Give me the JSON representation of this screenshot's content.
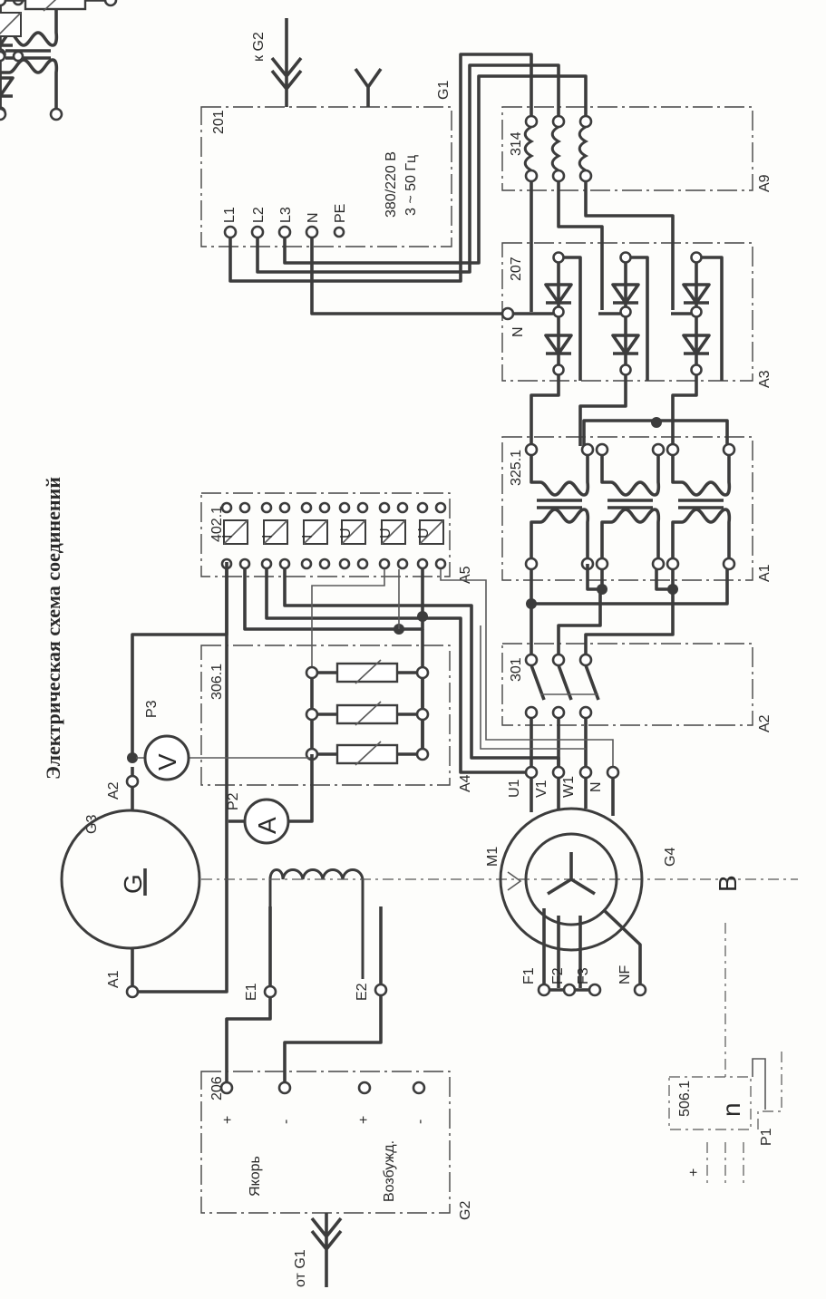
{
  "title": "Электрическая схема соединений",
  "supply": {
    "id": "201",
    "tag": "G1",
    "link_to": "к G2",
    "voltage": "380/220 В",
    "freq": "3 ~ 50 Гц",
    "terminals": [
      "L1",
      "L2",
      "L3",
      "N",
      "PE"
    ]
  },
  "reactor": {
    "id": "314",
    "tag": "A9"
  },
  "thyristor": {
    "id": "207",
    "tag": "A3",
    "neutral": "N"
  },
  "transformer": {
    "id": "325.1",
    "tag": "A1"
  },
  "meters": {
    "id": "402.1",
    "tag": "A5",
    "labels": [
      "I",
      "I",
      "I",
      "U",
      "U",
      "U"
    ]
  },
  "switch": {
    "id": "301",
    "tag": "A2"
  },
  "rheostat": {
    "id": "306.1",
    "tag": "A4"
  },
  "generator": {
    "tag": "G3",
    "symbol": "G",
    "arm1": "A1",
    "arm2": "A2",
    "exc1": "E1",
    "exc2": "E2",
    "voltmeter_tag": "P3",
    "voltmeter": "V",
    "ammeter_tag": "P2",
    "ammeter": "A"
  },
  "motor": {
    "tag": "M1",
    "coupling_tag": "G4",
    "stator": [
      "U1",
      "V1",
      "W1",
      "N"
    ],
    "rotor": [
      "F1",
      "F2",
      "F3",
      "NF"
    ]
  },
  "dc_source": {
    "id": "206",
    "tag": "G2",
    "from": "от G1",
    "armature": "Якорь",
    "excitation": "Возбужд.",
    "plus": "+",
    "minus": "-"
  },
  "sensor": {
    "id": "506.1",
    "tag": "P1",
    "symbol": "n",
    "plus": "+"
  },
  "b_label": "B"
}
